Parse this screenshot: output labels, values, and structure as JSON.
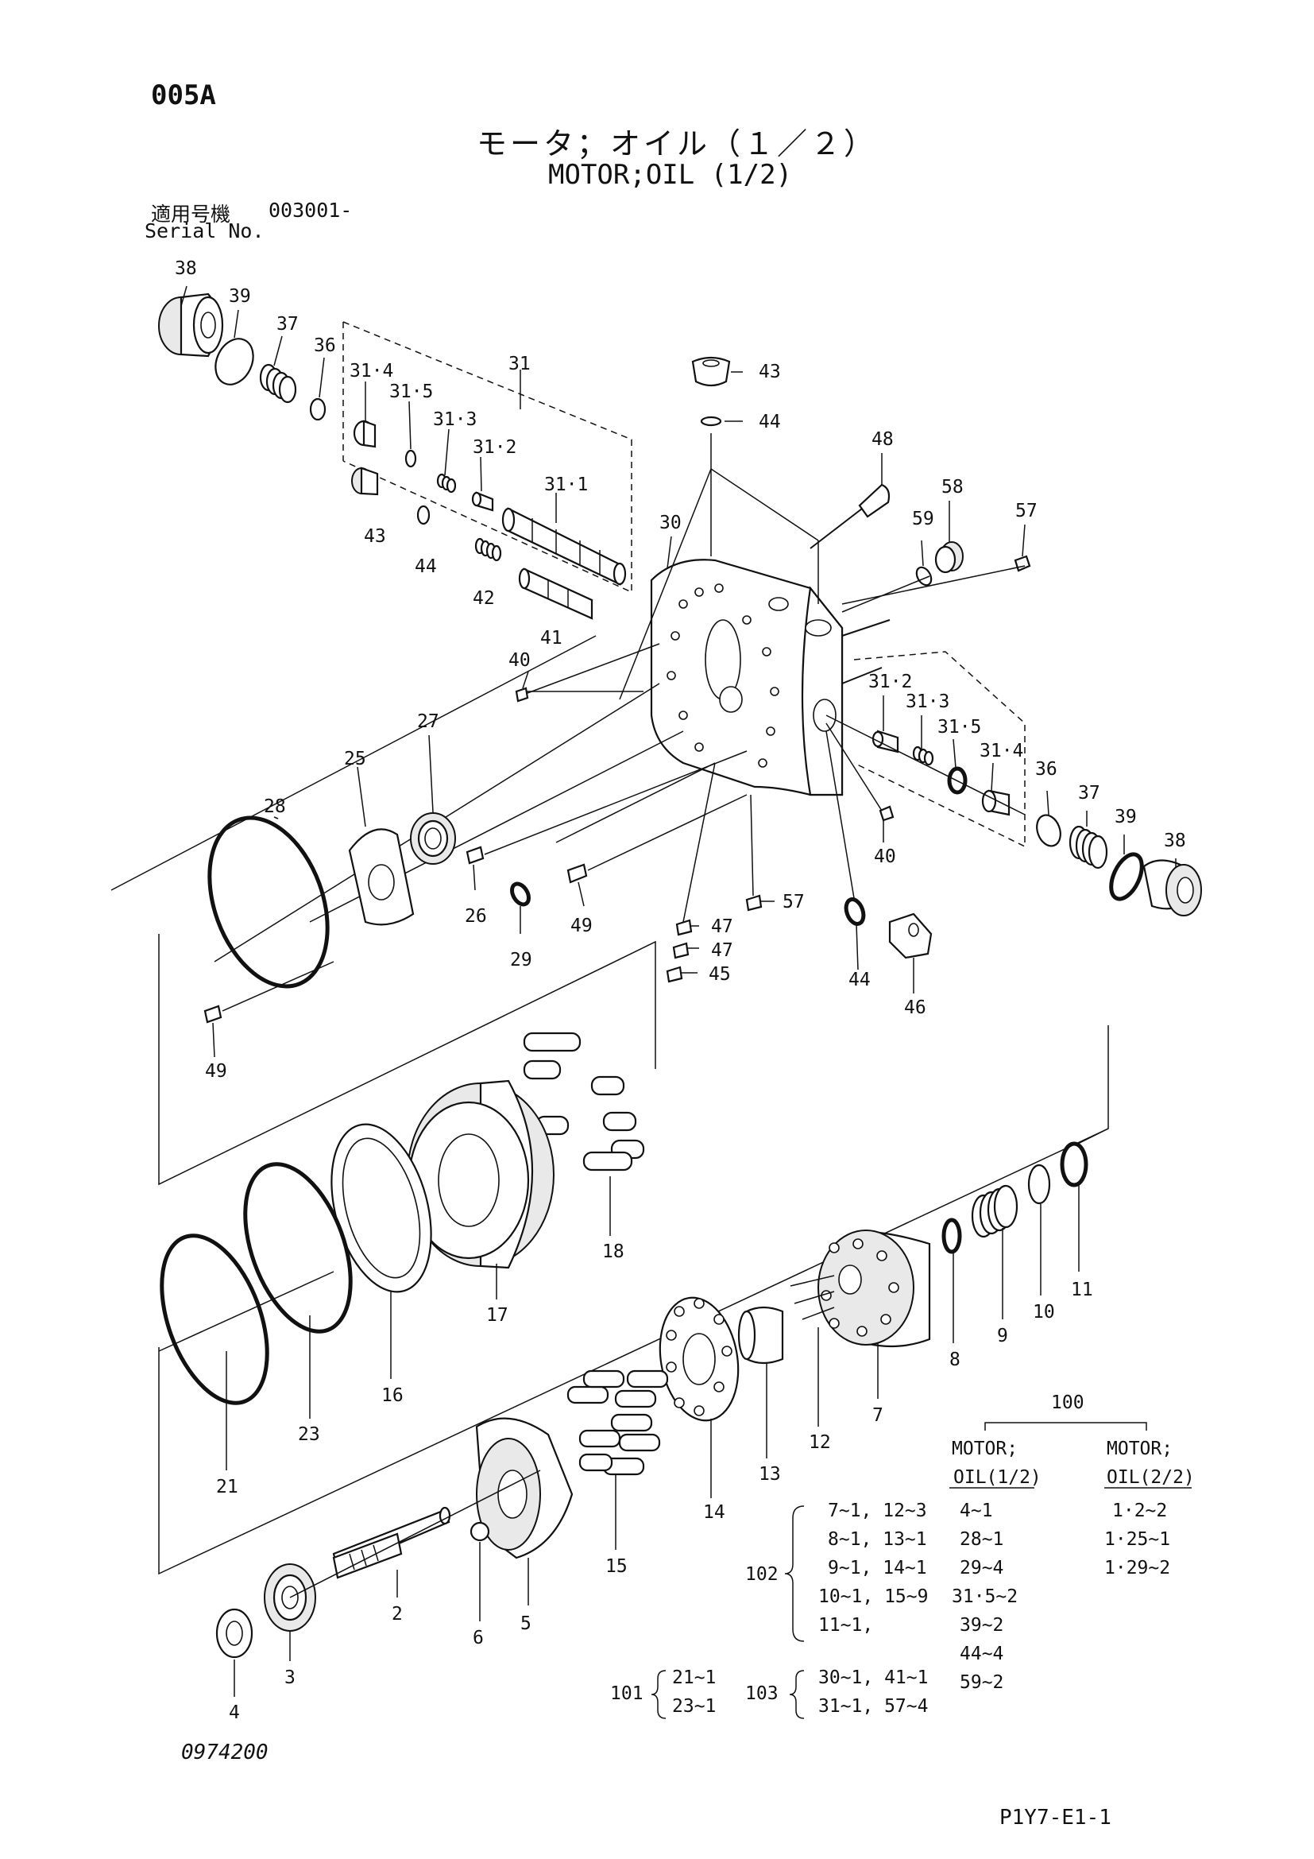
{
  "header": {
    "page_code": "005A",
    "title_jp": "モータ；オイル（１／２）",
    "title_en": "MOTOR;OIL (1/2)",
    "serial_label_jp": "適用号機",
    "serial_value": "003001-",
    "serial_label_en": "Serial No."
  },
  "callouts": {
    "c38a": "38",
    "c39a": "39",
    "c37a": "37",
    "c36a": "36",
    "c31_4a": "31·4",
    "c31_5a": "31·5",
    "c31": "31",
    "c31_3a": "31·3",
    "c31_2a": "31·2",
    "c31_1": "31·1",
    "c43a": "43",
    "c44a": "44",
    "c42": "42",
    "c41": "41",
    "c43b": "43",
    "c44b": "44",
    "c48": "48",
    "c58": "58",
    "c59": "59",
    "c57a": "57",
    "c30": "30",
    "c40a": "40",
    "c27": "27",
    "c25": "25",
    "c28": "28",
    "c31_2b": "31·2",
    "c31_3b": "31·3",
    "c31_5b": "31·5",
    "c31_4b": "31·4",
    "c36b": "36",
    "c37b": "37",
    "c39b": "39",
    "c38b": "38",
    "c40b": "40",
    "c26": "26",
    "c29": "29",
    "c49a": "49",
    "c57b": "57",
    "c47a": "47",
    "c47b": "47",
    "c45": "45",
    "c44c": "44",
    "c46": "46",
    "c49b": "49",
    "c18": "18",
    "c17": "17",
    "c16": "16",
    "c8": "8",
    "c9": "9",
    "c10": "10",
    "c11": "11",
    "c7": "7",
    "c12": "12",
    "c13": "13",
    "c14": "14",
    "c15": "15",
    "c21": "21",
    "c23": "23",
    "c5": "5",
    "c6": "6",
    "c2": "2",
    "c3": "3",
    "c4": "4"
  },
  "kits": {
    "kit100": {
      "number": "100",
      "col1_header_1": "MOTOR;",
      "col1_header_2": "OIL(1/2)",
      "col2_header_1": "MOTOR;",
      "col2_header_2": "OIL(2/2)",
      "col1_rows": [
        "4~1",
        "28~1",
        "29~4",
        "31·5~2",
        "39~2",
        "44~4",
        "59~2"
      ],
      "col2_rows": [
        "1·2~2",
        "1·25~1",
        "1·29~2"
      ]
    },
    "kit102": {
      "number": "102",
      "rows": [
        "7~1, 12~3",
        "8~1, 13~1",
        "9~1, 14~1",
        "10~1, 15~9",
        "11~1,"
      ]
    },
    "kit101": {
      "number": "101",
      "rows": [
        "21~1",
        "23~1"
      ]
    },
    "kit103": {
      "number": "103",
      "rows": [
        "30~1, 41~1",
        "31~1, 57~4"
      ]
    }
  },
  "footer": {
    "drawing_no": "0974200",
    "page_ref": "P1Y7-E1-1"
  }
}
